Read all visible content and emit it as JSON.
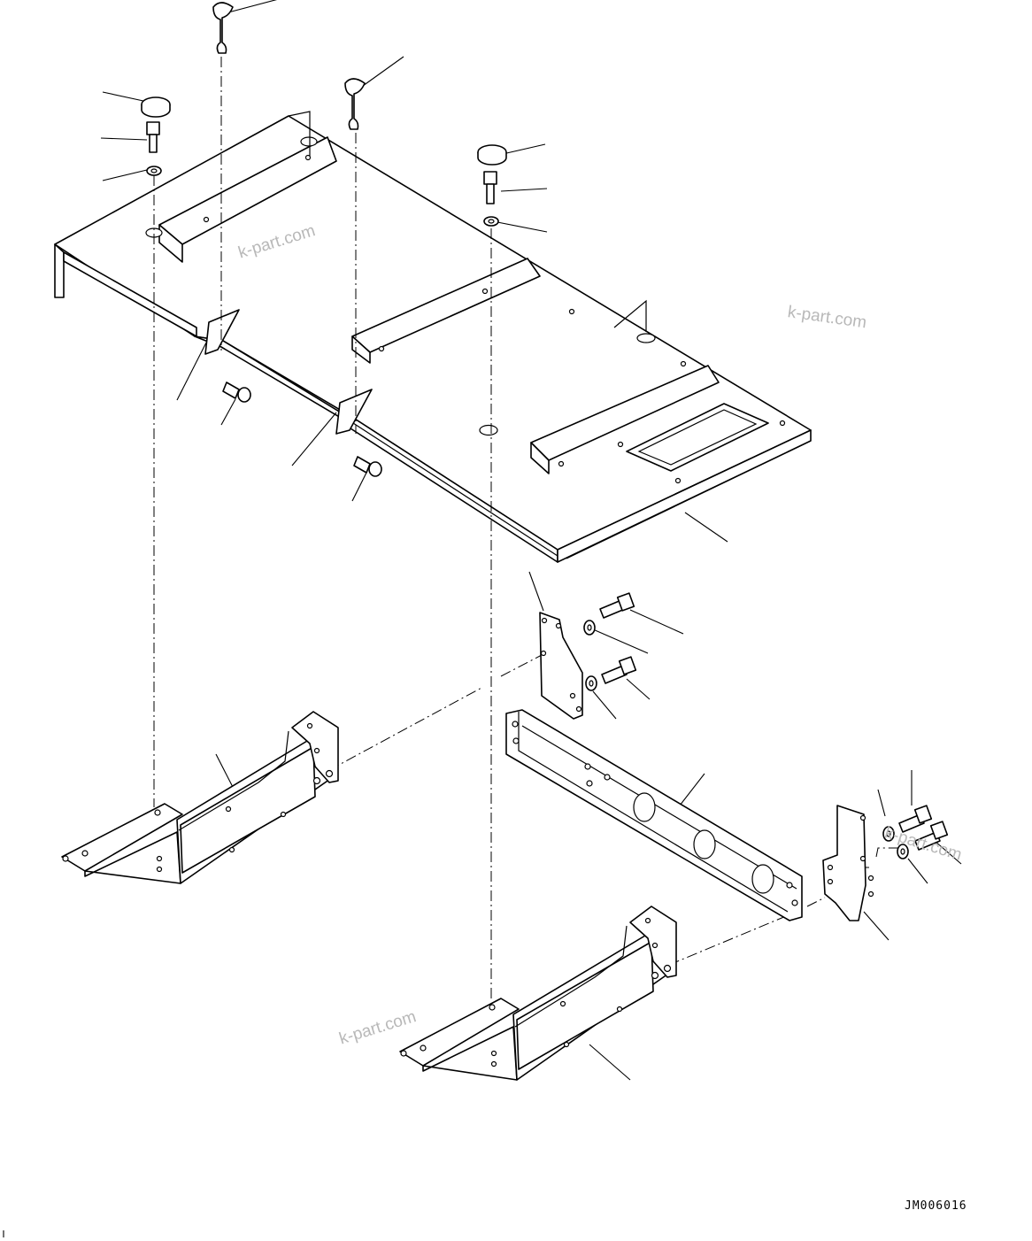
{
  "diagram": {
    "drawing_code": "JM006016",
    "watermarks": [
      "k-part.com",
      "k-part.com",
      "k-part.com",
      "k-part.com"
    ],
    "parts": [
      "floor-plate",
      "quick-release-fastener",
      "rubber-cap",
      "bolt",
      "washer",
      "mount-bolt",
      "front-mount-bracket",
      "rear-mount-bracket",
      "cross-member",
      "side-plate-left",
      "side-plate-right"
    ]
  }
}
